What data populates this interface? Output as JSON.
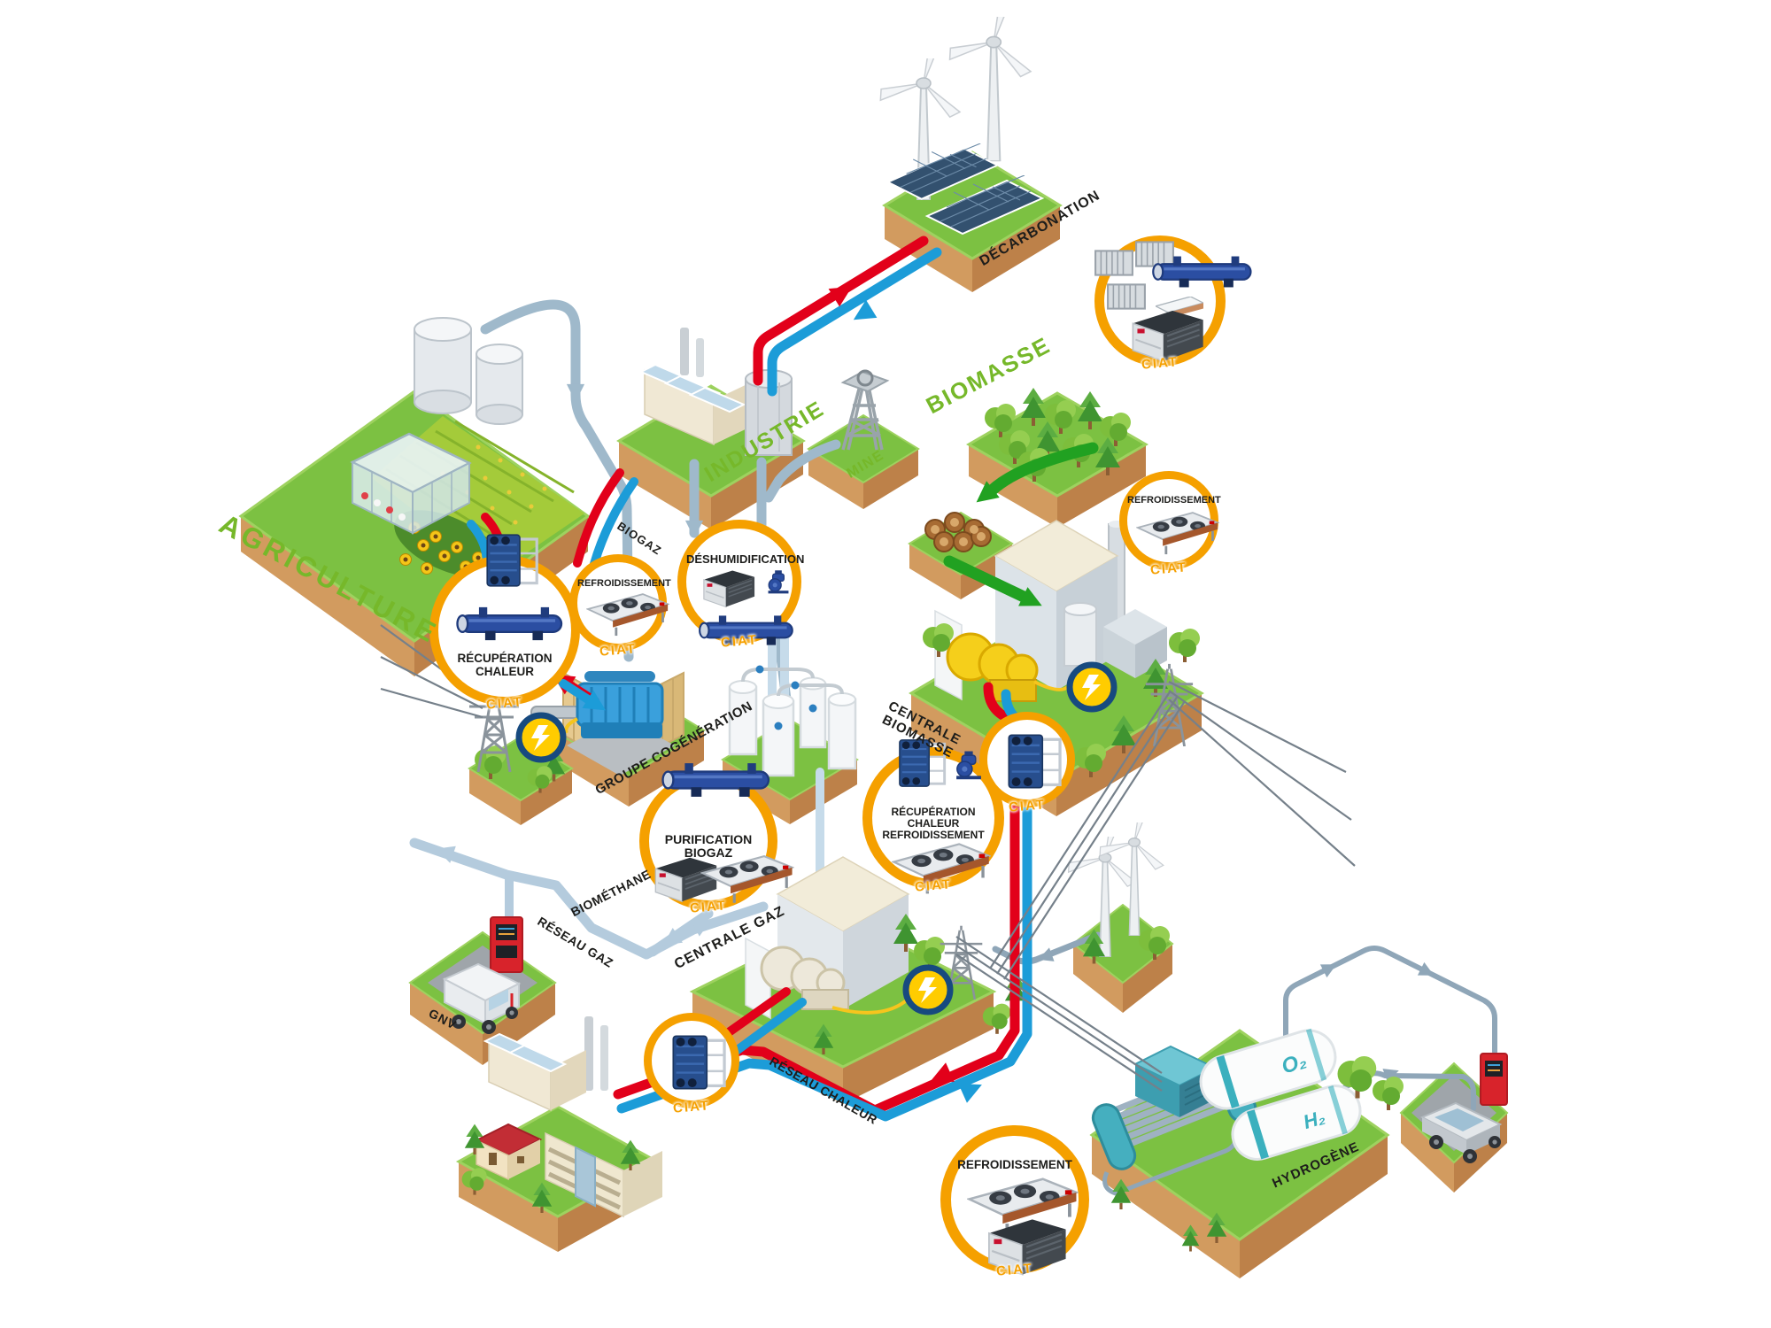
{
  "zones": {
    "agriculture": "AGRICULTURE",
    "industrie": "INDUSTRIE",
    "mine": "MINE",
    "biomasse": "BIOMASSE",
    "decarbonation": "DÉCARBONATION",
    "centrale_biomasse_l1": "CENTRALE",
    "centrale_biomasse_l2": "BIOMASSE",
    "groupe_cogeneration": "GROUPE COGÉNÉRATION",
    "centrale_gaz": "CENTRALE GAZ",
    "gnv": "GNV",
    "hydrogene": "HYDROGÈNE"
  },
  "flows": {
    "biogaz": "BIOGAZ",
    "biomethane": "BIOMÉTHANE",
    "reseau_gaz": "RÉSEAU GAZ",
    "reseau_chaleur": "RÉSEAU CHALEUR"
  },
  "tanks": {
    "o2": "O₂",
    "h2": "H₂"
  },
  "equipment_circles": [
    {
      "id": "recuperation-chaleur",
      "line1": "RÉCUPÉRATION",
      "line2": "CHALEUR",
      "brand": "CIAT"
    },
    {
      "id": "refroidissement-agriculture",
      "line1": "REFROIDISSEMENT",
      "line2": "",
      "brand": "CIAT"
    },
    {
      "id": "deshumidification",
      "line1": "DÉSHUMIDIFICATION",
      "line2": "",
      "brand": "CIAT"
    },
    {
      "id": "gamme-ciat",
      "line1": "",
      "line2": "",
      "brand": "CIAT"
    },
    {
      "id": "refroidissement-biomasse",
      "line1": "REFROIDISSEMENT",
      "line2": "",
      "brand": "CIAT"
    },
    {
      "id": "echangeur-centrale-biomasse",
      "line1": "",
      "line2": "",
      "brand": "CIAT"
    },
    {
      "id": "recuperation-chaleur-refroidissement",
      "line1": "RÉCUPÉRATION CHALEUR",
      "line2": "REFROIDISSEMENT",
      "brand": "CIAT"
    },
    {
      "id": "purification-biogaz",
      "line1": "PURIFICATION BIOGAZ",
      "line2": "",
      "brand": "CIAT"
    },
    {
      "id": "echangeur-reseau-chaleur",
      "line1": "",
      "line2": "",
      "brand": "CIAT"
    },
    {
      "id": "refroidissement-hydrogene",
      "line1": "REFROIDISSEMENT",
      "line2": "",
      "brand": "CIAT"
    }
  ],
  "colors": {
    "accent_orange": "#F5A000",
    "label_green": "#76B82A",
    "pipe_red": "#E2001A",
    "pipe_blue": "#1C9CD8",
    "pipe_biogaz": "#9FB9CB",
    "pipe_gaz": "#B4CBDD",
    "pipe_hydrogene": "#8FA6B8",
    "arrow_green": "#21A121",
    "lightning_yellow": "#FFCC00",
    "lightning_ring": "#174A7F"
  }
}
